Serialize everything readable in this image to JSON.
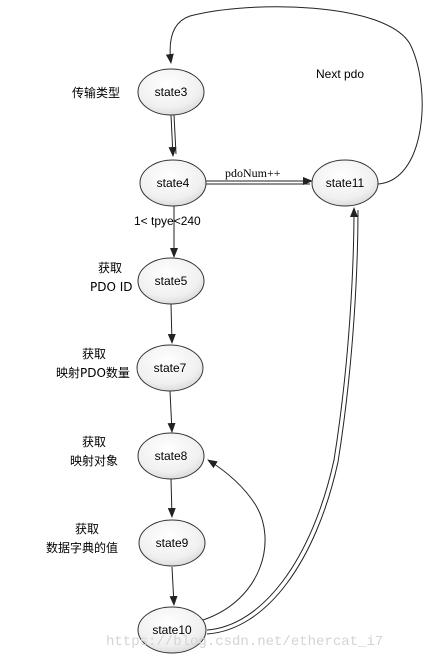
{
  "states": {
    "state3": "state3",
    "state4": "state4",
    "state5": "state5",
    "state7": "state7",
    "state8": "state8",
    "state9": "state9",
    "state10": "state10",
    "state11": "state11"
  },
  "notes": {
    "transfer_type": "传输类型",
    "get5": "获取",
    "pdo_id": "PDO ID",
    "get7": "获取",
    "map_pdo_count": "映射PDO数量",
    "get8": "获取",
    "map_object": "映射对象",
    "get9": "获取",
    "dict_value": "数据字典的值"
  },
  "edges": {
    "next_pdo": "Next pdo",
    "pdo_num_inc": "pdoNum++",
    "tpye_range": "1< tpye<240"
  },
  "watermark": "https://blog.csdn.net/ethercat_i7"
}
